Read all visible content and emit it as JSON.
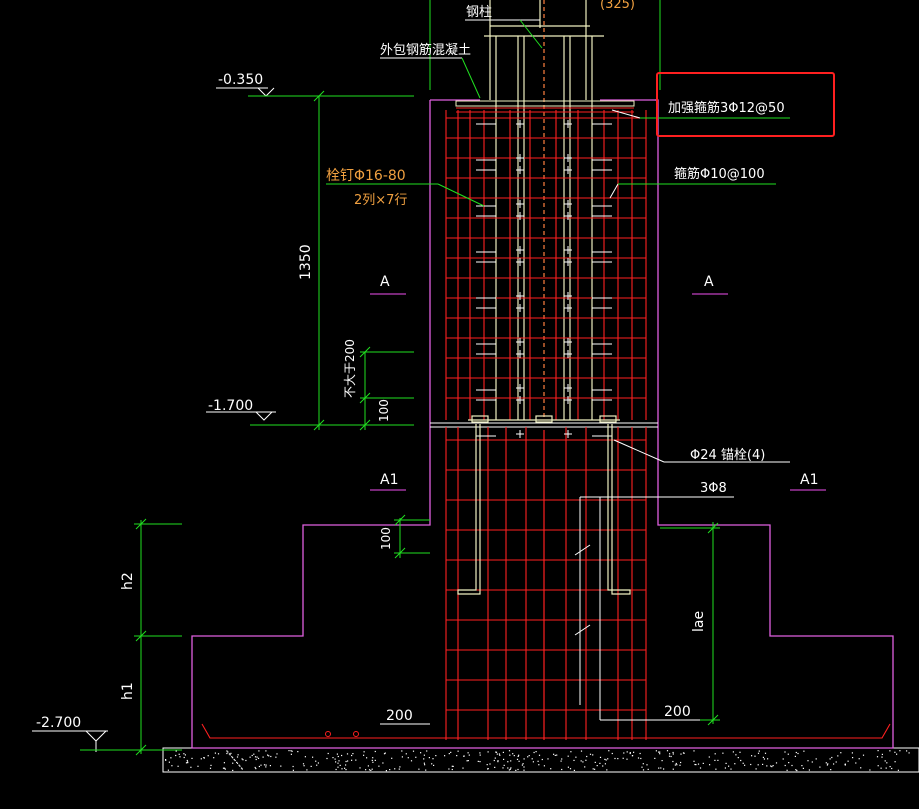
{
  "labels": {
    "steel_column": "钢柱",
    "encased_concrete": "外包钢筋混凝土",
    "top_partial": "(325)",
    "elev_top": "-0.350",
    "elev_mid": "-1.700",
    "elev_bottom": "-2.700",
    "dim_1350": "1350",
    "stud_spec": "栓钉Φ16-80",
    "stud_layout": "2列×7行",
    "spacing_note": "不大于200",
    "dim_100_upper": "100",
    "dim_100_lower": "100",
    "reinforce_stirrup": "加强箍筋3Φ12@50",
    "stirrup": "箍筋Φ10@100",
    "section_a_left": "A",
    "section_a_right": "A",
    "section_a1_left": "A1",
    "section_a1_right": "A1",
    "anchor_bolt": "Φ24 锚栓(4)",
    "bar_3phi8": "3Φ8",
    "h2": "h2",
    "h1": "h1",
    "lae": "lae",
    "dim_200_left": "200",
    "dim_200_right": "200"
  },
  "colors": {
    "background": "#000000",
    "outline": "#e060e0",
    "rebar": "#ff2020",
    "dimension": "#20e020",
    "text": "#ffffff",
    "stud_text": "#f0a040",
    "steel": "#f0f0c0",
    "center_line": "#ff8040",
    "highlight_box": "#ff2020",
    "gravel": "#ffffff",
    "section_mark": "#c040c0"
  }
}
